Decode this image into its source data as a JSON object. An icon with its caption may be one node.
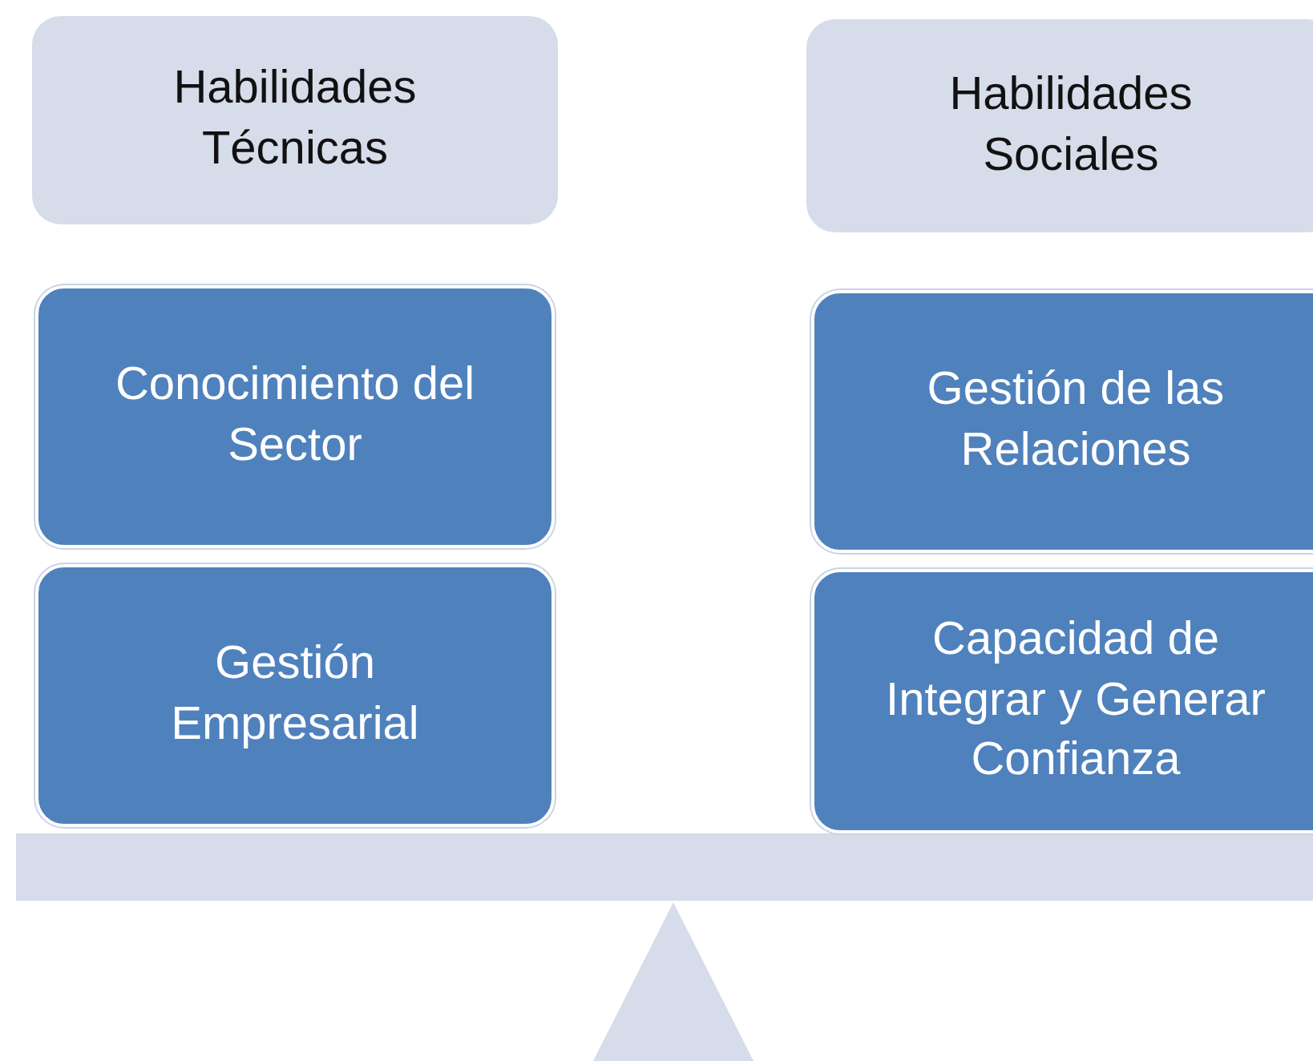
{
  "diagram": {
    "nodes": [
      {
        "text": [
          "Habilidades Técnicas"
        ]
      },
      {
        "text": [
          "Habilidades Sociales"
        ]
      },
      {
        "text": [
          "Conocimiento del Sector"
        ]
      },
      {
        "text": [
          "Gestión de las Relaciones"
        ]
      },
      {
        "text": [
          "Gestión Empresarial"
        ]
      },
      {
        "text": [
          "Capacidad de Integrar y Generar Confianza"
        ]
      },
      {
        "text": [],
        "shape": "bar"
      },
      {
        "text": [],
        "shape": "triangle"
      }
    ]
  }
}
